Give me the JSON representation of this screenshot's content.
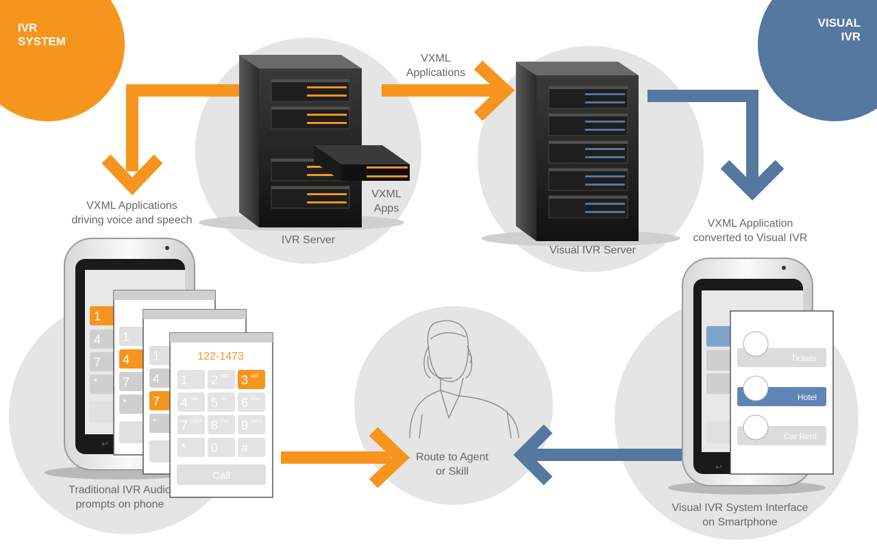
{
  "corners": {
    "ivr_system": "IVR\nSYSTEM",
    "visual_ivr": "VISUAL\nIVR"
  },
  "labels": {
    "vxml_applications_top": "VXML\nApplications",
    "vxml_apps": "VXML\nApps",
    "ivr_server": "IVR Server",
    "visual_ivr_server": "Visual IVR Server",
    "vxml_driving": "VXML Applications\ndriving voice and speech",
    "vxml_converted": "VXML Application\nconverted to Visual IVR",
    "traditional_prompts": "Traditional IVR Audio\nprompts on phone",
    "route_agent": "Route to Agent\nor Skill",
    "visual_interface": "Visual IVR System Interface\non Smartphone"
  },
  "keypad": {
    "number": "122-1473",
    "call_label": "Call",
    "keys": [
      {
        "digit": "1",
        "letters": ""
      },
      {
        "digit": "2",
        "letters": "ABC"
      },
      {
        "digit": "3",
        "letters": "DEF"
      },
      {
        "digit": "4",
        "letters": "GHI"
      },
      {
        "digit": "5",
        "letters": "JKL"
      },
      {
        "digit": "6",
        "letters": "MNO"
      },
      {
        "digit": "7",
        "letters": "PQRS"
      },
      {
        "digit": "8",
        "letters": "TUV"
      },
      {
        "digit": "9",
        "letters": "WXYZ"
      },
      {
        "digit": "*",
        "letters": ""
      },
      {
        "digit": "0",
        "letters": ""
      },
      {
        "digit": "#",
        "letters": ""
      }
    ],
    "highlight_cards": [
      "1",
      "4",
      "7"
    ],
    "highlight_main": "3"
  },
  "menu": {
    "items": [
      "Tickets",
      "Hotel",
      "Car Rent"
    ],
    "selected": "Hotel"
  },
  "colors": {
    "orange": "#f7941d",
    "blue": "#54789f",
    "circle": "#e5e5e5",
    "text": "#666666"
  }
}
